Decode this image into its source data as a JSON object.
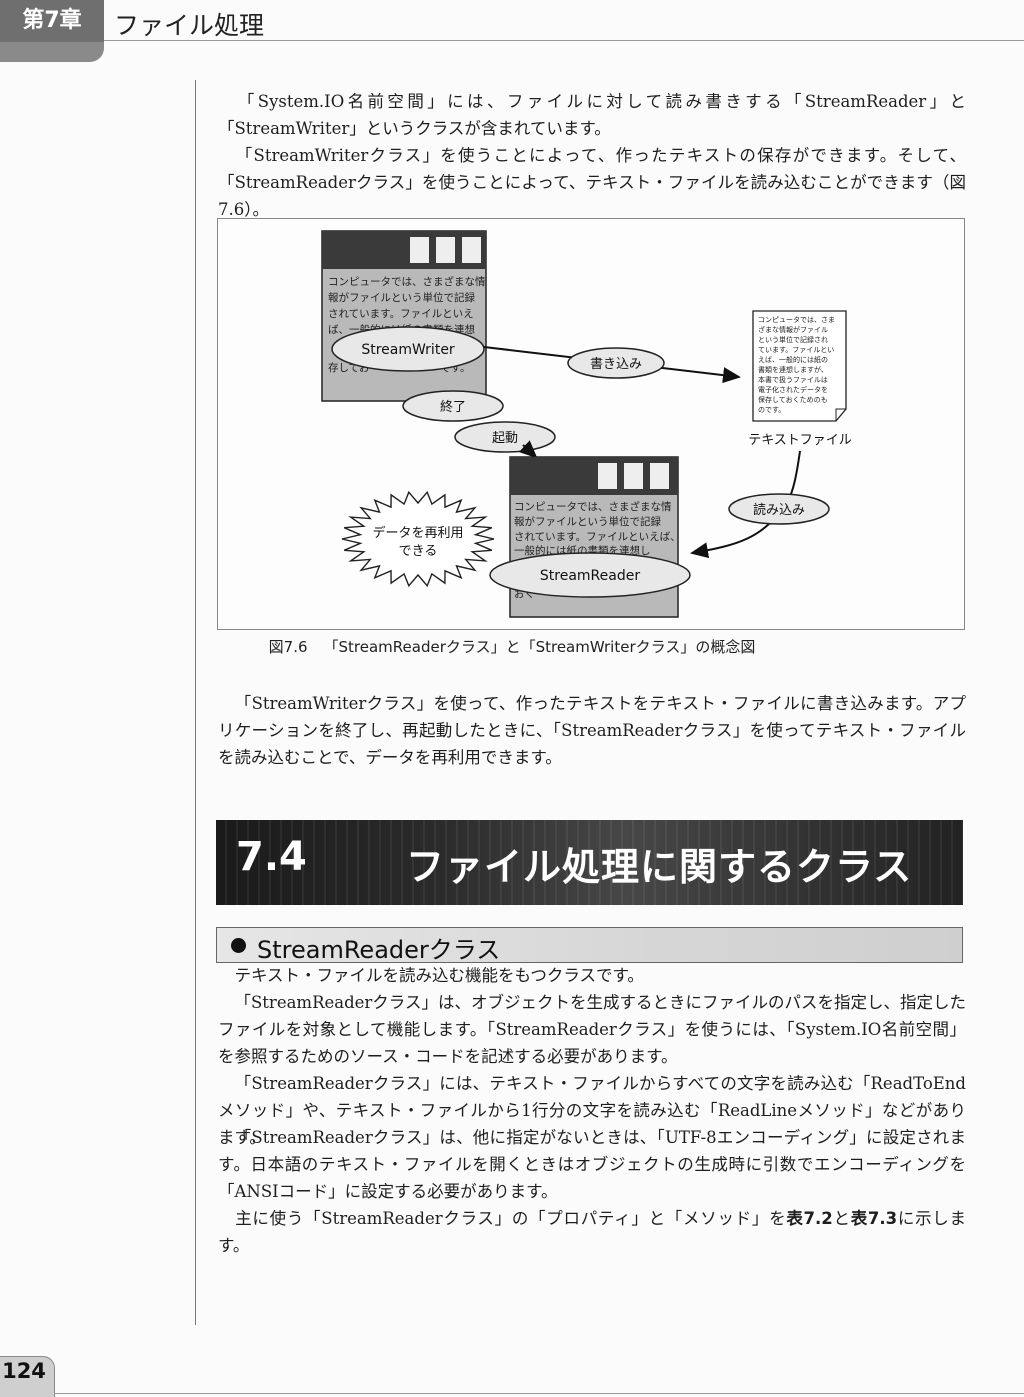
{
  "header": {
    "chapter_label": "第7章",
    "chapter_title": "ファイル処理"
  },
  "intro": {
    "p1": "「System.IO名前空間」には、ファイルに対して読み書きする「StreamReader」と「StreamWriter」というクラスが含まれています。",
    "p2": "「StreamWriterクラス」を使うことによって、作ったテキストの保存ができます。そして、「StreamReaderクラス」を使うことによって、テキスト・ファイルを読み込むことができます（図7.6）。"
  },
  "figure": {
    "window_text_lines": [
      "コンピュータでは、さまざまな情",
      "報がファイルという単位で記録",
      "されています。ファイルといえ",
      "ば、一般的には紙の書類を連想"
    ],
    "window_text_lines_2": [
      "コンピュータでは、さまざまな情",
      "報がファイルという単位で記録",
      "されています。ファイルといえば、",
      "一般的には紙の書類を連想し"
    ],
    "window_fragment_1": "存してお",
    "window_fragment_1b": "です。",
    "window_fragment_2": "おく",
    "file_text_lines": [
      "コンピュータでは、さま",
      "ざまな情報がファイル",
      "という単位で記録され",
      "ています。ファイルとい",
      "えば、一般的には紙の",
      "書類を連想しますが、",
      "本書で扱うファイルは",
      "電子化されたデータを",
      "保存しておくためのも",
      "のです。"
    ],
    "stream_writer_label": "StreamWriter",
    "stream_reader_label": "StreamReader",
    "write_label": "書き込み",
    "read_label": "読み込み",
    "exit_label": "終了",
    "start_label": "起動",
    "text_file_label": "テキストファイル",
    "burst_line1": "データを再利用",
    "burst_line2": "できる"
  },
  "caption": {
    "number": "図7.6",
    "text": "「StreamReaderクラス」と「StreamWriterクラス」の概念図"
  },
  "after_figure": {
    "p1": "「StreamWriterクラス」を使って、作ったテキストをテキスト・ファイルに書き込みます。アプリケーションを終了し、再起動したときに、「StreamReaderクラス」を使ってテキスト・ファイルを読み込むことで、データを再利用できます。"
  },
  "section": {
    "number": "7.4",
    "title": "ファイル処理に関するクラス"
  },
  "subsection": {
    "title": "StreamReaderクラス"
  },
  "body": {
    "p1": "テキスト・ファイルを読み込む機能をもつクラスです。",
    "p2": "「StreamReaderクラス」は、オブジェクトを生成するときにファイルのパスを指定し、指定したファイルを対象として機能します。「StreamReaderクラス」を使うには、「System.IO名前空間」を参照するためのソース・コードを記述する必要があります。",
    "p3": "「StreamReaderクラス」には、テキスト・ファイルからすべての文字を読み込む「ReadToEndメソッド」や、テキスト・ファイルから1行分の文字を読み込む「ReadLineメソッド」などがあります。",
    "p4": "「StreamReaderクラス」は、他に指定がないときは、「UTF-8エンコーディング」に設定されます。日本語のテキスト・ファイルを開くときはオブジェクトの生成時に引数でエンコーディングを「ANSIコード」に設定する必要があります。",
    "p5_a": "主に使う「StreamReaderクラス」の「プロパティ」と「メソッド」を",
    "p5_t1": "表7.2",
    "p5_b": "と",
    "p5_t2": "表7.3",
    "p5_c": "に示します。"
  },
  "page_number": "124"
}
